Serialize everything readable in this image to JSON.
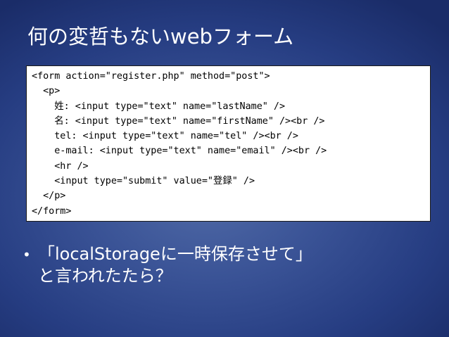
{
  "slide": {
    "title": "何の変哲もないwebフォーム",
    "code_lines": [
      "<form action=\"register.php\" method=\"post\">",
      "  <p>",
      "    姓: <input type=\"text\" name=\"lastName\" />",
      "    名: <input type=\"text\" name=\"firstName\" /><br />",
      "    tel: <input type=\"text\" name=\"tel\" /><br />",
      "    e-mail: <input type=\"text\" name=\"email\" /><br />",
      "    <hr />",
      "    <input type=\"submit\" value=\"登録\" />",
      "  </p>",
      "</form>"
    ],
    "bullet": {
      "marker": "•",
      "line1": "「localStorageに一時保存させて」",
      "line2": "と言われたたら？"
    }
  }
}
